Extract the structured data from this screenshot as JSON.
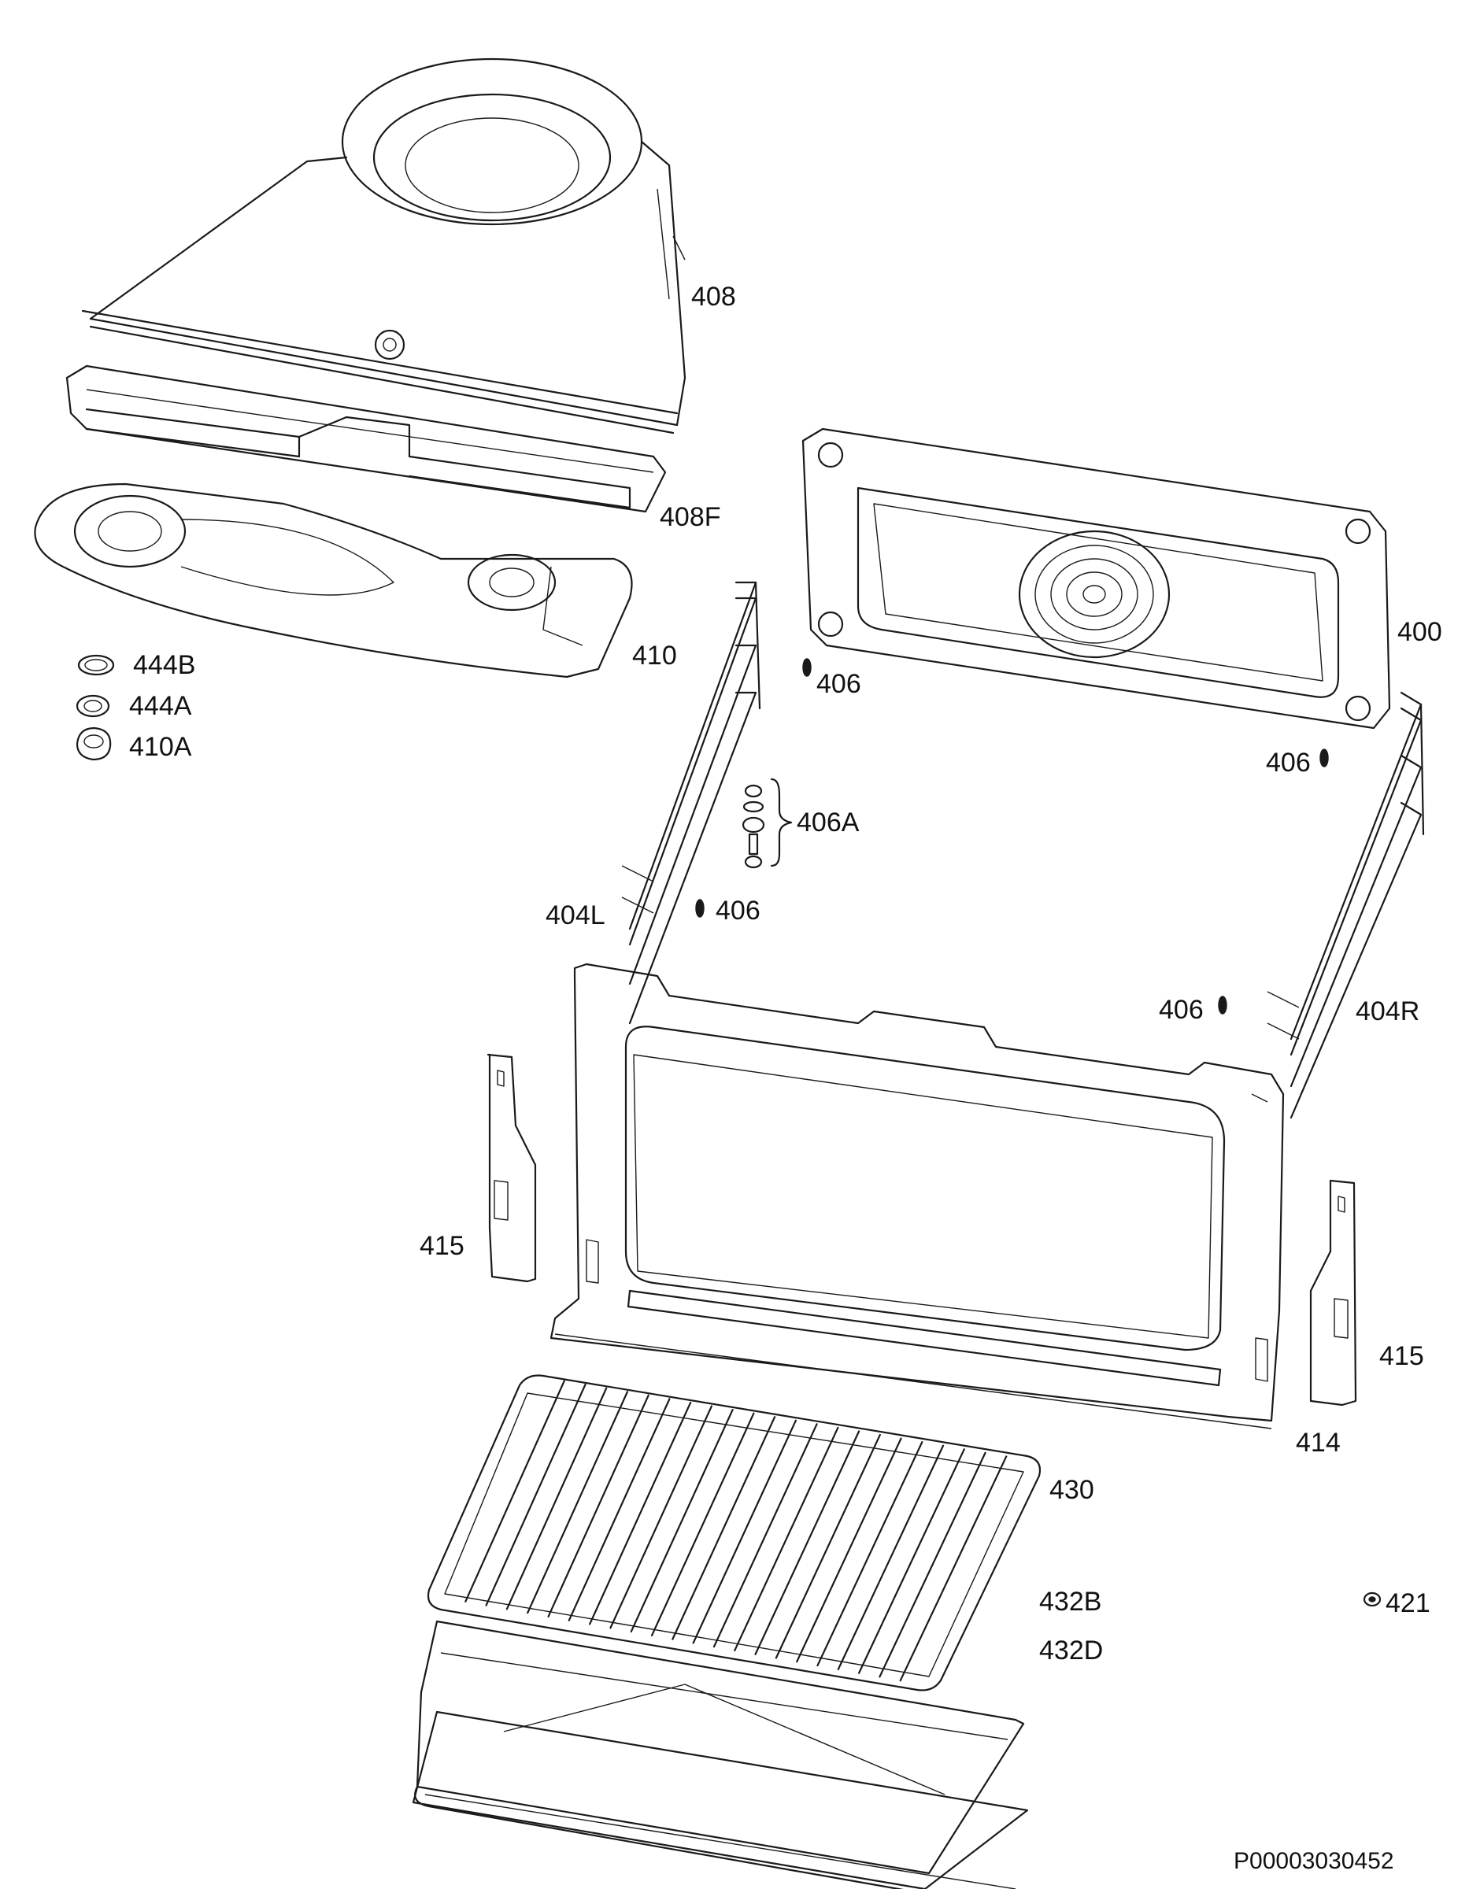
{
  "labels": {
    "p408": "408",
    "p408F": "408F",
    "p400": "400",
    "p410": "410",
    "p444B": "444B",
    "p444A": "444A",
    "p410A": "410A",
    "p406_a": "406",
    "p406_b": "406",
    "p406_c": "406",
    "p406_d": "406",
    "p406A": "406A",
    "p404L": "404L",
    "p404R": "404R",
    "p415_left": "415",
    "p415_right": "415",
    "p414": "414",
    "p430": "430",
    "p432B": "432B",
    "p432D": "432D",
    "p421": "421"
  },
  "document_number": "P00003030452"
}
